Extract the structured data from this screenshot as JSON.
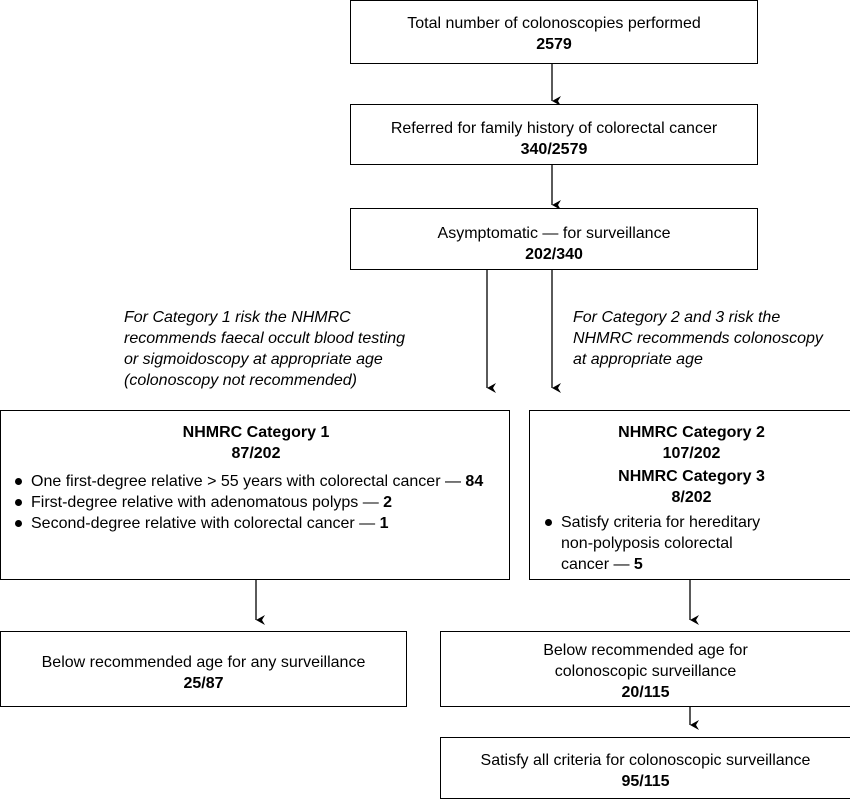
{
  "box_total": {
    "text": "Total number of colonoscopies performed",
    "value": "2579"
  },
  "box_family": {
    "text": "Referred for family history of colorectal cancer",
    "value": "340/2579"
  },
  "box_asym": {
    "text": "Asymptomatic — for surveillance",
    "value": "202/340"
  },
  "note_left": [
    "For Category 1 risk the NHMRC",
    "recommends faecal occult blood testing",
    "or sigmoidoscopy at appropriate age",
    "(colonoscopy not recommended)"
  ],
  "note_right": [
    "For Category 2 and 3 risk the",
    "NHMRC recommends colonoscopy",
    "at appropriate age"
  ],
  "cat1": {
    "title": "NHMRC Category 1",
    "value": "87/202",
    "items": [
      {
        "text": "One first-degree relative > 55 years with colorectal cancer — ",
        "count": "84"
      },
      {
        "text": "First-degree relative with adenomatous polyps — ",
        "count": "2"
      },
      {
        "text": "Second-degree relative with colorectal cancer — ",
        "count": "1"
      }
    ]
  },
  "cat23": {
    "title2": "NHMRC Category 2",
    "value2": "107/202",
    "title3": "NHMRC Category 3",
    "value3": "8/202",
    "items": [
      {
        "text": "Satisfy criteria for hereditary non-polyposis colorectal cancer — ",
        "count": "5"
      }
    ]
  },
  "below_any": {
    "text": "Below recommended age for any surveillance",
    "value": "25/87"
  },
  "below_colono": {
    "line1": "Below recommended age for",
    "line2": "colonoscopic surveillance",
    "value": "20/115"
  },
  "satisfy_all": {
    "text": "Satisfy all criteria for colonoscopic surveillance",
    "value": "95/115"
  }
}
